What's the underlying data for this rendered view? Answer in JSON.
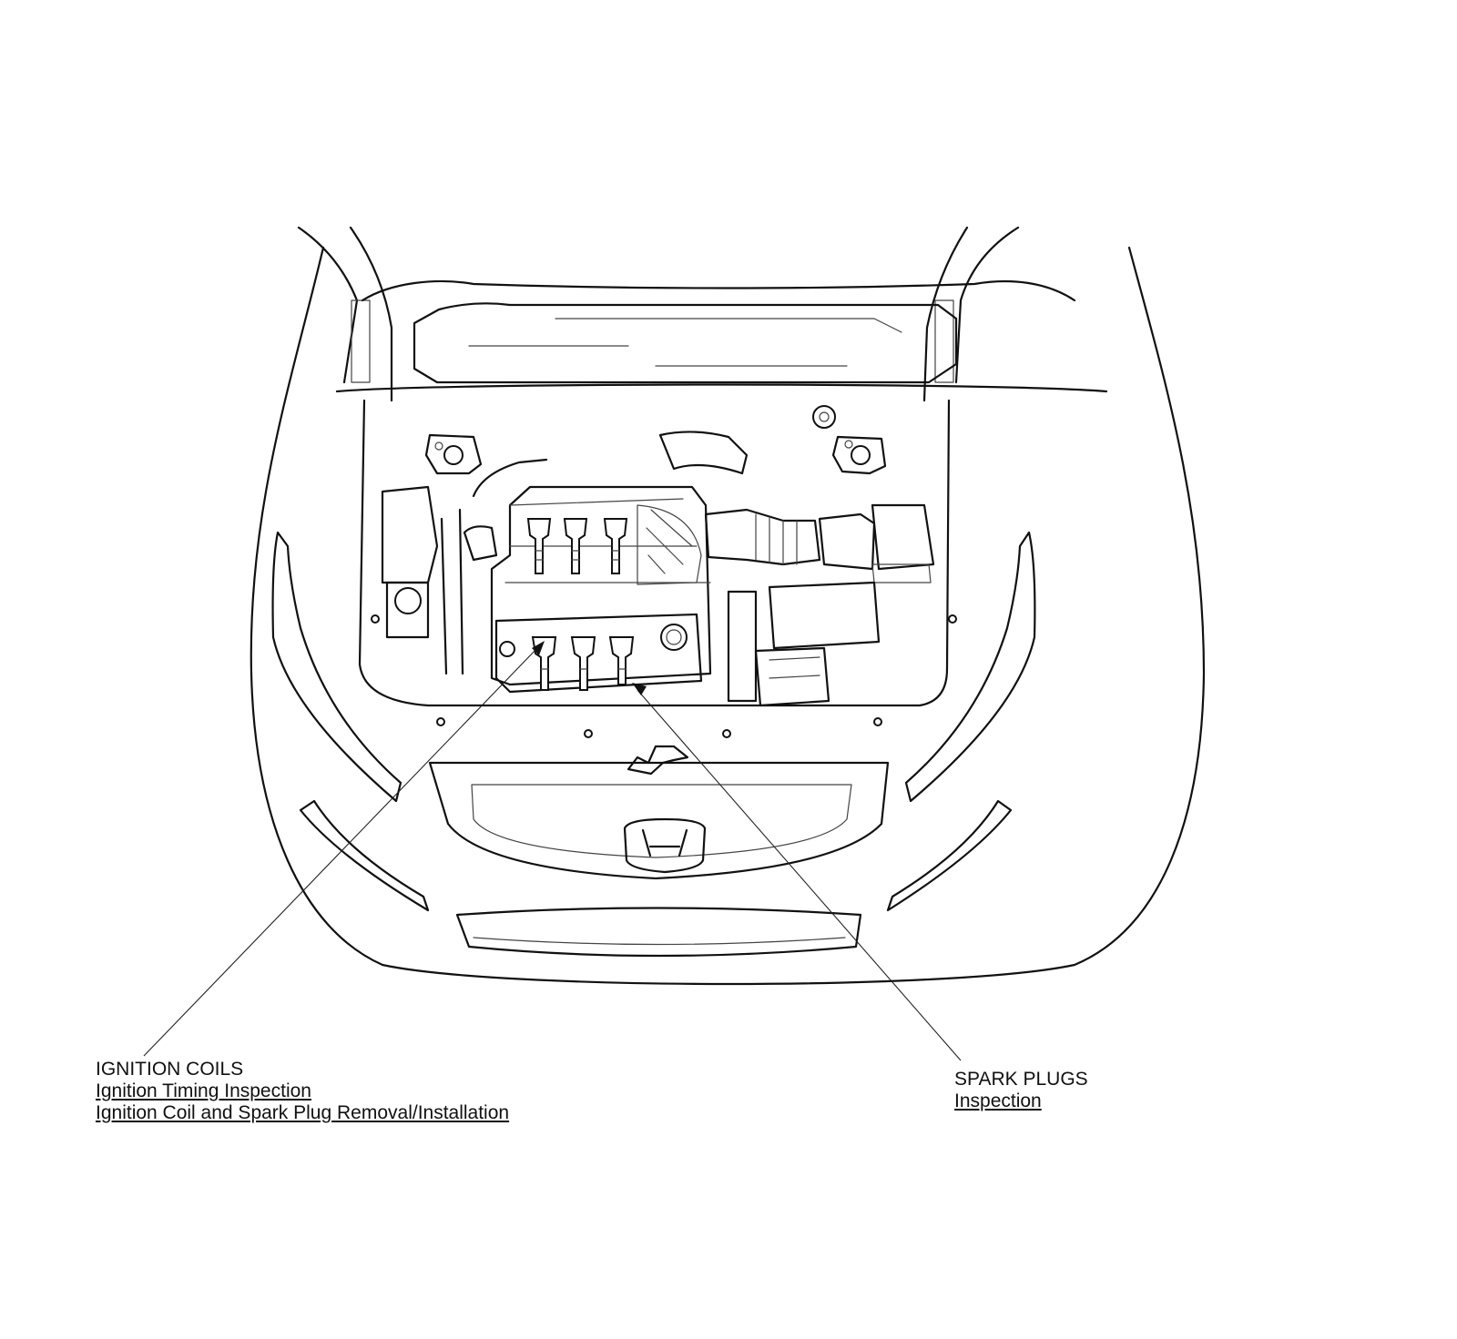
{
  "callouts": {
    "ignition_coils": {
      "title": "IGNITION COILS",
      "links": [
        "Ignition Timing Inspection",
        "Ignition Coil and Spark Plug Removal/Installation"
      ]
    },
    "spark_plugs": {
      "title": "SPARK PLUGS",
      "links": [
        "Inspection"
      ]
    }
  }
}
